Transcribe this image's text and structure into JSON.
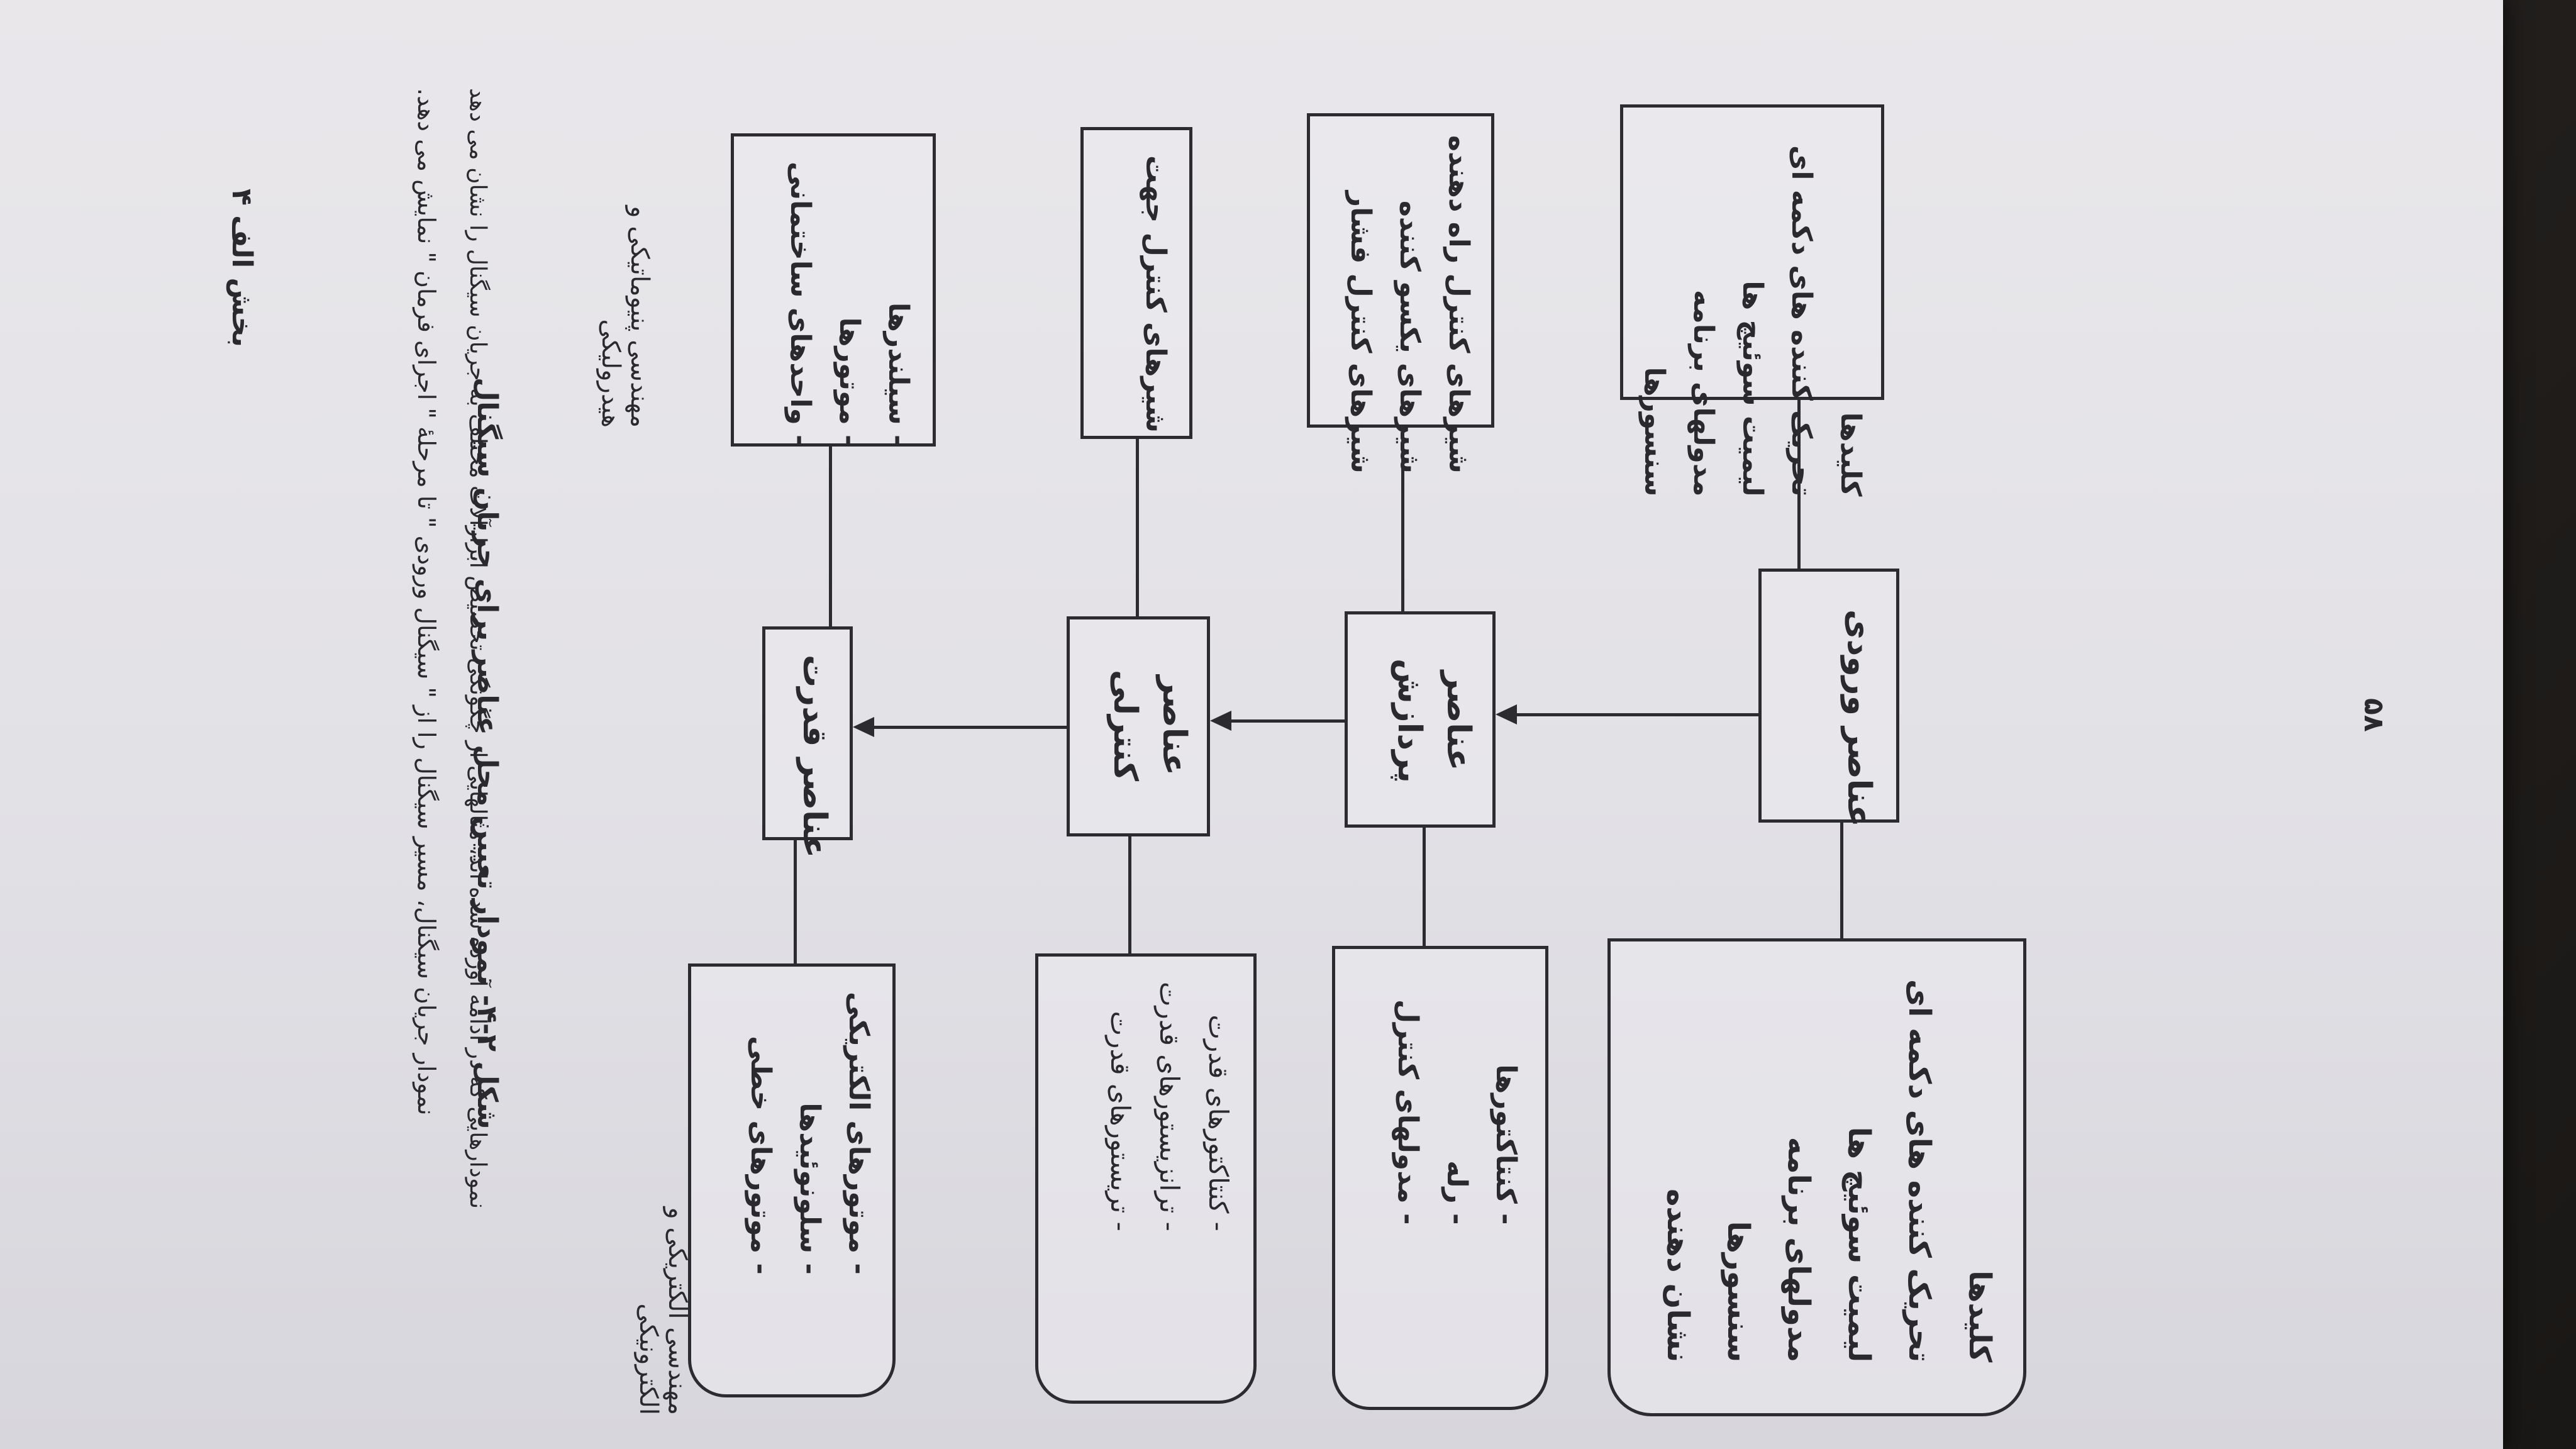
{
  "page": {
    "section": "بخش الف ۴",
    "page_number": "۵۸",
    "intro_line1": "نمودار جریان سیگنال، مسیر سیگنال را از \" سیگنال ورودی \" تا مرحلهٔ \" اجرای فرمان \" نمایش می دهد.",
    "intro_line2": "نمودارهایی که در ادامه آورده شده اند، مثالهایی از چگونگی تخصیص ابزارآلات مختلف به جریان سیگنال را نشان می دهد",
    "caption": "شکل ۲-۴- نمودار تعیین محل عناصر برای جریان سیگنال"
  },
  "columns": {
    "pneumatic_hydraulic": "مهندسی پنیوماتیکی و هیدرولیکی",
    "electrical_electronic": "مهندسی الکتریکی و الکترونیکی"
  },
  "center": {
    "power": "عناصر قدرت",
    "control_line1": "عناصر",
    "control_line2": "کنترلی",
    "processing_line1": "عناصر",
    "processing_line2": "پردازش",
    "input": "عناصر ورودی"
  },
  "pneumatic": {
    "power": [
      "- سیلندرها",
      "- موتورها",
      "- واحدهای ساختمانی"
    ],
    "control": [
      "شیرهای کنترل جهت"
    ],
    "processing": [
      "شیرهای کنترل راه دهنده",
      "شیرهای یکسو کننده",
      "شیرهای کنترل فشار"
    ],
    "input": [
      "کلیدها",
      "تحریک کننده های دکمه ای",
      "لیمیت سوئیچ ها",
      "مدولهای برنامه",
      "سنسورها"
    ]
  },
  "electrical": {
    "power": [
      "- موتورهای الکتریکی",
      "- سلونوئیدها",
      "- موتورهای خطی"
    ],
    "control": [
      "- کنتاکتورهای قدرت",
      "- ترانزیستورهای قدرت",
      "- تریستورهای قدرت"
    ],
    "processing": [
      "- کنتاکتورها",
      "- رله",
      "- مدولهای کنترل"
    ],
    "input": [
      "کلیدها",
      "تحریک کننده های دکمه ای",
      "لیمیت سوئیچ ها",
      "مدولهای برنامه",
      "سنسورها",
      "نشان دهنده"
    ]
  }
}
